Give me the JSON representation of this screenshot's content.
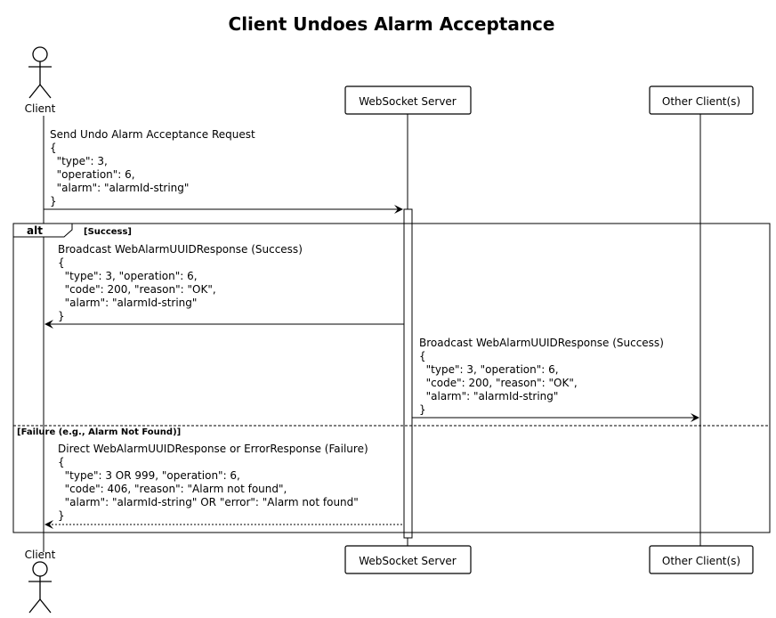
{
  "title": "Client Undoes Alarm Acceptance",
  "participants": {
    "client": "Client",
    "server": "WebSocket Server",
    "others": "Other Client(s)"
  },
  "fragment": {
    "keyword": "alt",
    "guard_success": "[Success]",
    "guard_failure": "[Failure (e.g., Alarm Not Found)]"
  },
  "messages": {
    "request": [
      "Send Undo Alarm Acceptance Request",
      "{",
      "  \"type\": 3,",
      "  \"operation\": 6,",
      "  \"alarm\": \"alarmId-string\"",
      "}"
    ],
    "broadcast_to_client": [
      "Broadcast WebAlarmUUIDResponse (Success)",
      "{",
      "  \"type\": 3, \"operation\": 6,",
      "  \"code\": 200, \"reason\": \"OK\",",
      "  \"alarm\": \"alarmId-string\"",
      "}"
    ],
    "broadcast_to_others": [
      "Broadcast WebAlarmUUIDResponse (Success)",
      "{",
      "  \"type\": 3, \"operation\": 6,",
      "  \"code\": 200, \"reason\": \"OK\",",
      "  \"alarm\": \"alarmId-string\"",
      "}"
    ],
    "failure_reply": [
      "Direct WebAlarmUUIDResponse or ErrorResponse (Failure)",
      "{",
      "  \"type\": 3 OR 999, \"operation\": 6,",
      "  \"code\": 406, \"reason\": \"Alarm not found\",",
      "  \"alarm\": \"alarmId-string\" OR \"error\": \"Alarm not found\"",
      "}"
    ]
  }
}
